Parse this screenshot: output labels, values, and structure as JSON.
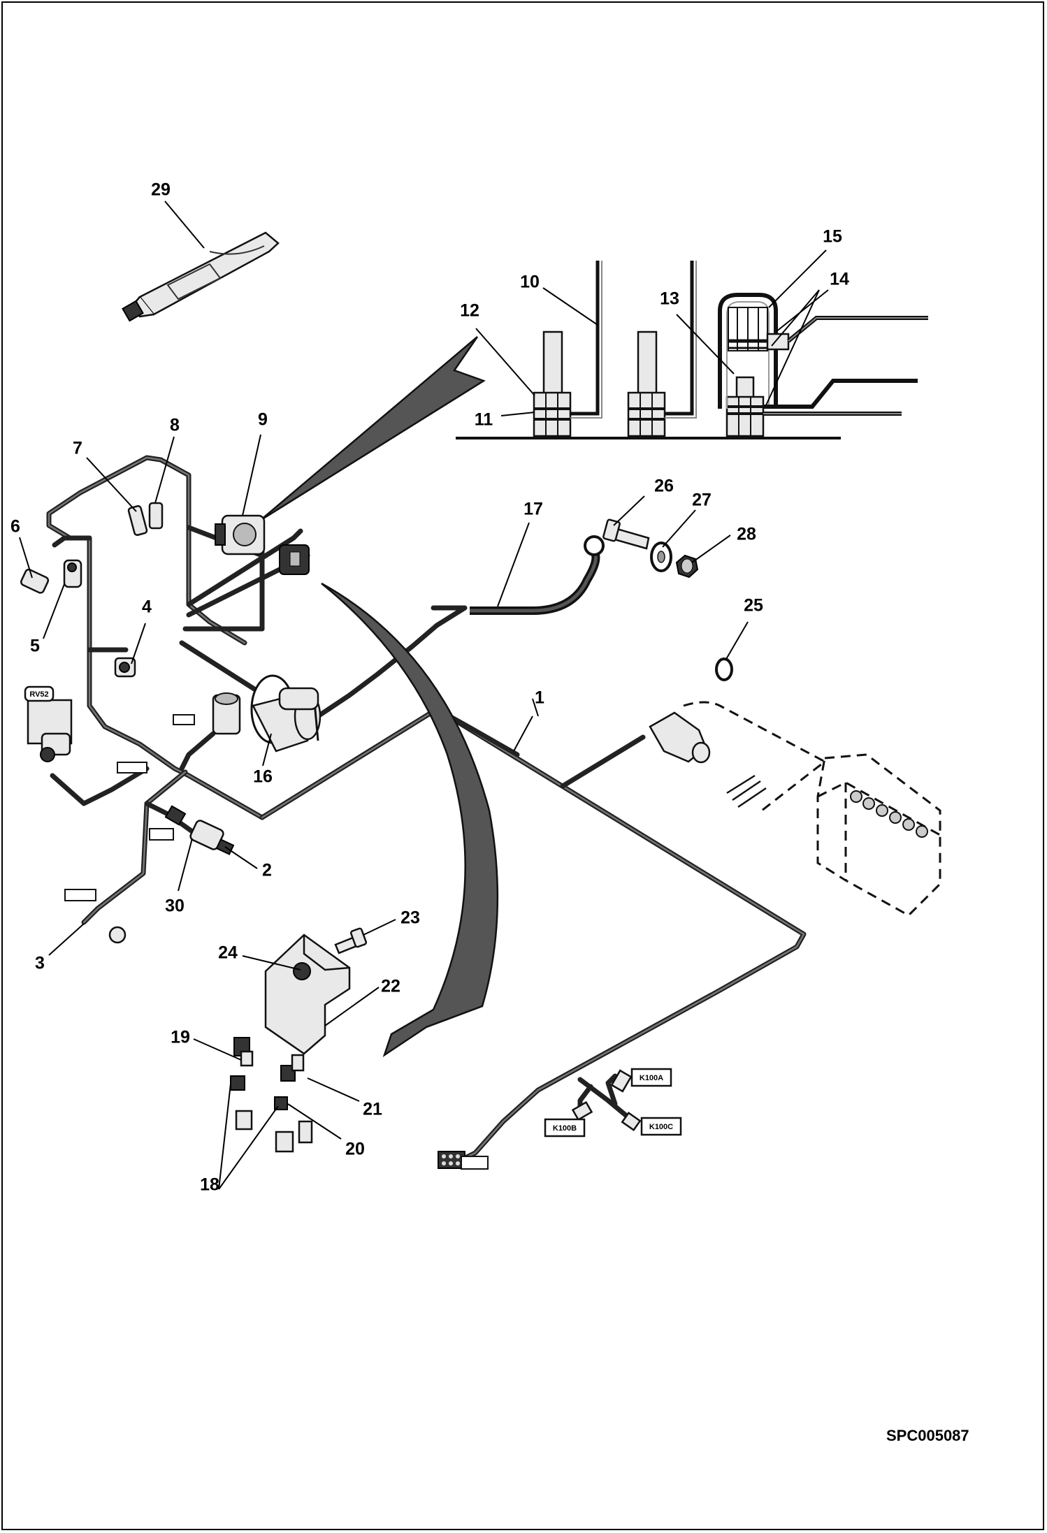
{
  "callouts": {
    "c1": "1",
    "c2": "2",
    "c3": "3",
    "c4": "4",
    "c5": "5",
    "c6": "6",
    "c7": "7",
    "c8": "8",
    "c9": "9",
    "c10": "10",
    "c11": "11",
    "c12": "12",
    "c13": "13",
    "c14": "14",
    "c15": "15",
    "c16": "16",
    "c17": "17",
    "c18": "18",
    "c19": "19",
    "c20": "20",
    "c21": "21",
    "c22": "22",
    "c23": "23",
    "c24": "24",
    "c25": "25",
    "c26": "26",
    "c27": "27",
    "c28": "28",
    "c29": "29",
    "c30": "30"
  },
  "connector_tags": {
    "rv52": "RV52",
    "k100a": "K100A",
    "k100b": "K100B",
    "k100c": "K100C"
  },
  "drawing_code": "SPC005087"
}
